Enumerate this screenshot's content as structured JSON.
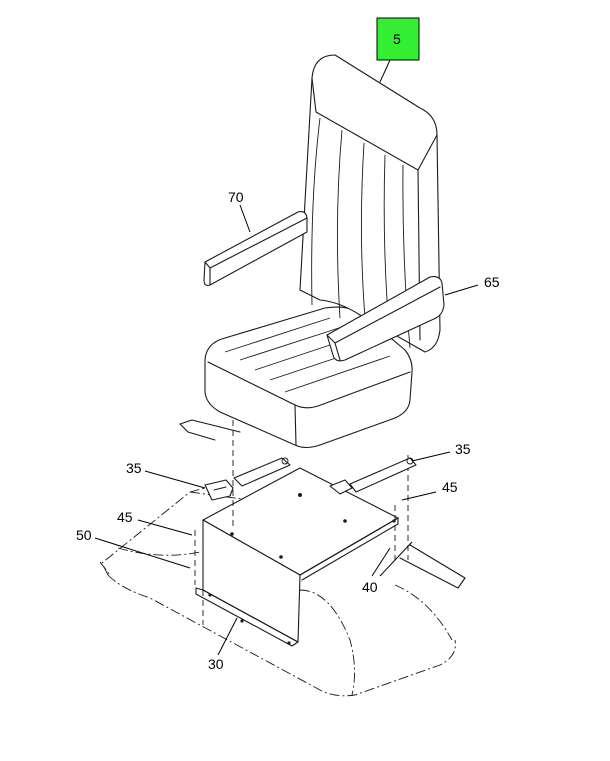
{
  "callouts": {
    "c5": "5",
    "c70": "70",
    "c65": "65",
    "c35_left": "35",
    "c35_right": "35",
    "c45_left": "45",
    "c45_right": "45",
    "c50": "50",
    "c40": "40",
    "c30": "30"
  },
  "highlight": {
    "callout": "5",
    "color": "#33ee33"
  }
}
